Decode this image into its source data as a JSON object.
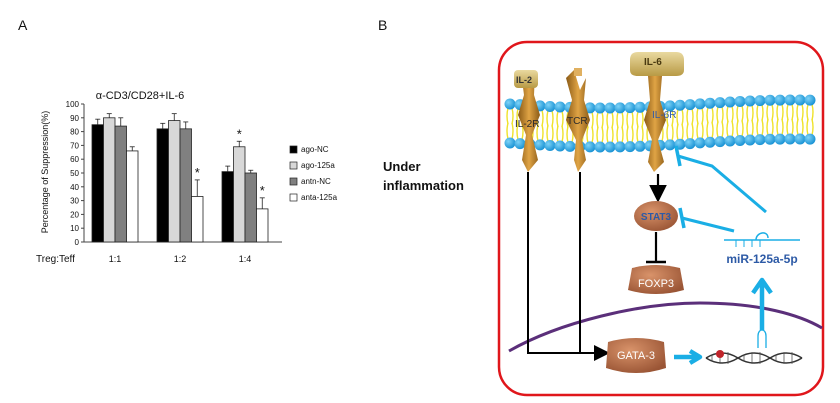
{
  "panels": {
    "a_label": "A",
    "b_label": "B"
  },
  "chart_data": {
    "type": "bar",
    "title": "α-CD3/CD28+IL-6",
    "xlabel": "Treg:Teff",
    "ylabel": "Percentage of Suppression(%)",
    "ylim": [
      0,
      100
    ],
    "yticks": [
      "0",
      "10",
      "20",
      "30",
      "40",
      "50",
      "60",
      "70",
      "80",
      "90",
      "100"
    ],
    "categories": [
      "1:1",
      "1:2",
      "1:4"
    ],
    "legend_position": "right",
    "grid": false,
    "series": [
      {
        "name": "ago-NC",
        "color": "#000000",
        "values": [
          85,
          82,
          51
        ],
        "errors": [
          4,
          4,
          4
        ],
        "stars": [
          false,
          false,
          false
        ]
      },
      {
        "name": "ago-125a",
        "color": "#d8d8d8",
        "values": [
          90,
          88,
          69
        ],
        "errors": [
          3,
          5,
          4
        ],
        "stars": [
          false,
          false,
          true
        ]
      },
      {
        "name": "antn-NC",
        "color": "#808080",
        "values": [
          84,
          82,
          50
        ],
        "errors": [
          6,
          5,
          2
        ],
        "stars": [
          false,
          false,
          false
        ]
      },
      {
        "name": "anta-125a",
        "color": "#ffffff",
        "values": [
          66,
          33,
          24
        ],
        "errors": [
          3,
          12,
          8
        ],
        "stars": [
          false,
          true,
          true
        ]
      }
    ],
    "star_symbol": "*"
  },
  "diagram": {
    "side_label_line1": "Under",
    "side_label_line2": "inflammation",
    "il2": "IL-2",
    "il6": "IL-6",
    "il2r": "IL-2R",
    "tcr": "TCR",
    "il6r": "IL-6R",
    "stat3": "STAT3",
    "foxp3": "FOXP3",
    "gata3": "GATA-3",
    "mirna": "miR-125a-5p",
    "colors": {
      "border": "#e0161b",
      "membrane_head": "#29a6e6",
      "tail": "#f2e632",
      "receptor": "#c98a2a",
      "node": "#a8643f",
      "arrow": "#1aaee5",
      "nucleus": "#5b2f7a"
    }
  }
}
